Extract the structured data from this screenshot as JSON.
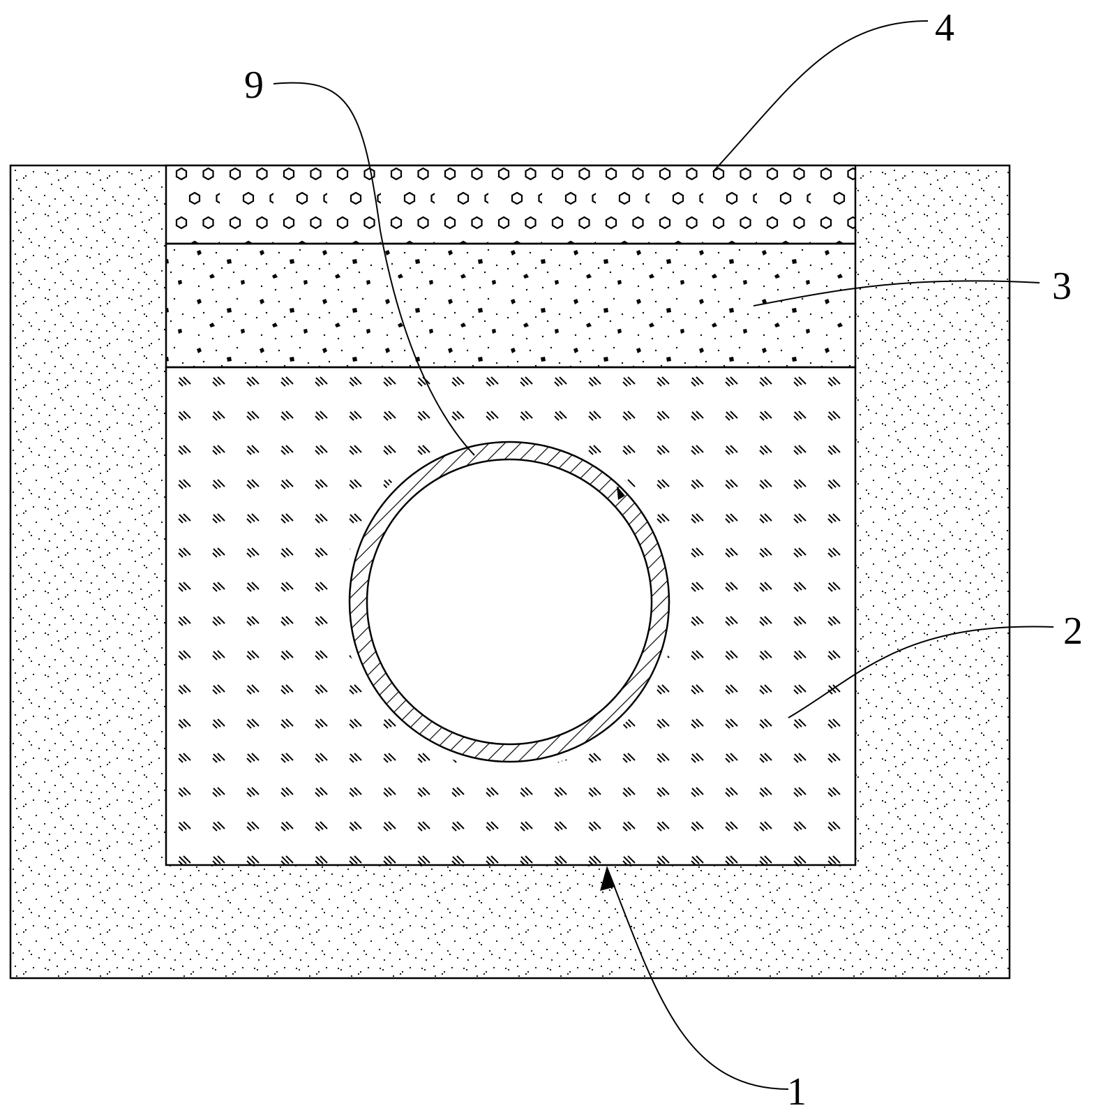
{
  "figure": {
    "line_color": "#000000",
    "background": "#ffffff",
    "hatch_pattern_names": [
      "speckle-soil",
      "gravel-granules",
      "hexagon-cells",
      "double-dash-fill",
      "diagonal-hatch"
    ]
  },
  "labels": [
    {
      "id": "1",
      "text": "1"
    },
    {
      "id": "2",
      "text": "2"
    },
    {
      "id": "3",
      "text": "3"
    },
    {
      "id": "4",
      "text": "4"
    },
    {
      "id": "9",
      "text": "9"
    }
  ]
}
